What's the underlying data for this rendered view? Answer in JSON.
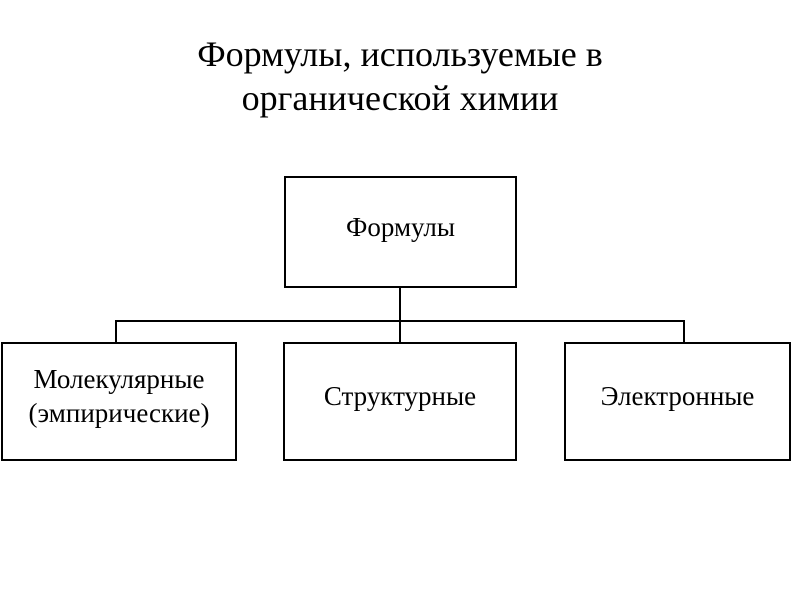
{
  "slide": {
    "title": "Формулы, используемые в\nорганической химии",
    "background_color": "#ffffff",
    "line_color": "#000000",
    "text_color": "#000000"
  },
  "diagram": {
    "type": "hierarchy-tree",
    "root": {
      "label": "Формулы"
    },
    "children": [
      {
        "label": "Молекулярные\n(эмпирические)"
      },
      {
        "label": "Структурные"
      },
      {
        "label": "Электронные"
      }
    ]
  }
}
